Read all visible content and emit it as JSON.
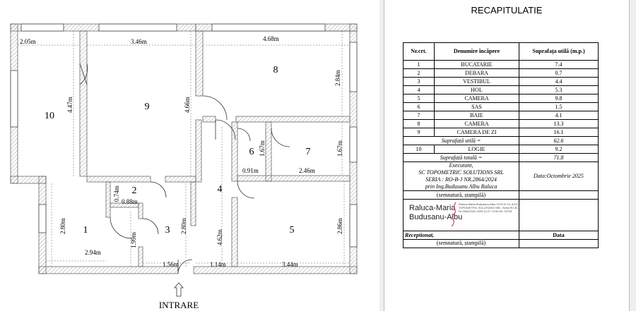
{
  "floor_plan": {
    "entrance_label": "INTRARE",
    "rooms": [
      {
        "number": "1"
      },
      {
        "number": "2"
      },
      {
        "number": "3"
      },
      {
        "number": "4"
      },
      {
        "number": "5"
      },
      {
        "number": "6"
      },
      {
        "number": "7"
      },
      {
        "number": "8"
      },
      {
        "number": "9"
      },
      {
        "number": "10"
      }
    ],
    "dimensions": {
      "d_205": "2.05m",
      "d_346": "3.46m",
      "d_468": "4.68m",
      "d_447": "4.47m",
      "d_466": "4.66m",
      "d_284": "2.84m",
      "d_167a": "1.67m",
      "d_167b": "1.67m",
      "d_091": "0.91m",
      "d_246": "2.46m",
      "d_074": "0.74m",
      "d_088": "0.88m",
      "d_462": "4.62m",
      "d_280a": "2.80m",
      "d_294": "2.94m",
      "d_199": "1.99m",
      "d_280b": "2.80m",
      "d_286": "2.86m",
      "d_156": "1.56m",
      "d_114": "1.14m",
      "d_344": "3.44m"
    }
  },
  "recap": {
    "title": "RECAPITULATIE",
    "headers": [
      "Nr.crt.",
      "Denumire încăpere",
      "Suprafața utilă (m.p.)"
    ],
    "rows": [
      {
        "nr": "1",
        "name": "BUCATARIE",
        "area": "7.4"
      },
      {
        "nr": "2",
        "name": "DEBARA",
        "area": "0.7"
      },
      {
        "nr": "3",
        "name": "VESTIBUL",
        "area": "4.4"
      },
      {
        "nr": "4",
        "name": "HOL",
        "area": "5.3"
      },
      {
        "nr": "5",
        "name": "CAMERA",
        "area": "9.8"
      },
      {
        "nr": "6",
        "name": "SAS",
        "area": "1.5"
      },
      {
        "nr": "7",
        "name": "BAIE",
        "area": "4.1"
      },
      {
        "nr": "8",
        "name": "CAMERA",
        "area": "13.3"
      },
      {
        "nr": "9",
        "name": "CAMERA DE ZI",
        "area": "16.1"
      }
    ],
    "util_label": "Suprafață utilă =",
    "util_value": "62.6",
    "logie": {
      "nr": "10",
      "name": "LOGIE",
      "area": "9.2"
    },
    "total_label": "Suprafață totală =",
    "total_value": "71.8",
    "executant": {
      "line1": "Executant,",
      "line2": "SC TOPOMETRIC SOLUTIONS SRL",
      "line3": "SERIA : RO-B-J NR.2864/2024",
      "line4": "prin Ing.Budusanu Albu Raluca"
    },
    "date_text": "Data:Octombrie 2025",
    "signature_label": "(semnatură, ștampilă)",
    "signature": {
      "name_line1": "Raluca-Maria",
      "name_line2": "Budusanu-Albu",
      "details": "Raluca-Maria Budusanu-Albu OCPI B, EL 6222, TOPOMETRIC SOLUTIONS SRL, Seria RO-B-J Nr 2864/2024 2025.10.27 12:54:59 +02'00'"
    },
    "received_label": "Receptionat,",
    "data_label": "Data",
    "received_sig_label": "(semnatură, ștampilă)"
  }
}
